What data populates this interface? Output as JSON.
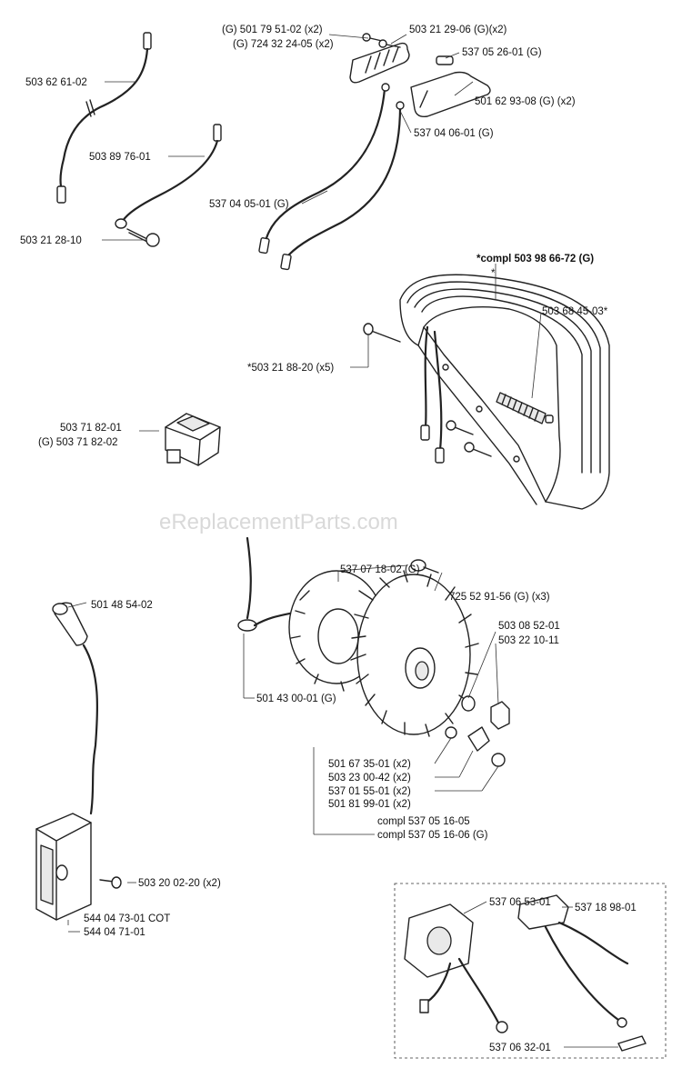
{
  "watermark": "eReplacementParts.com",
  "labels": [
    {
      "id": "l1",
      "text": "503 62 61-02"
    },
    {
      "id": "l2",
      "text": "503 89 76-01"
    },
    {
      "id": "l3",
      "text": "503 21 28-10"
    },
    {
      "id": "l4a",
      "text": "(G) 501 79 51-02 (x2)"
    },
    {
      "id": "l4b",
      "text": "(G) 724 32 24-05 (x2)"
    },
    {
      "id": "l5",
      "text": "503 21 29-06 (G)(x2)"
    },
    {
      "id": "l6",
      "text": "537 05 26-01 (G)"
    },
    {
      "id": "l7",
      "text": "501 62 93-08 (G) (x2)"
    },
    {
      "id": "l8",
      "text": "537 04 06-01 (G)"
    },
    {
      "id": "l9",
      "text": "537 04 05-01 (G)"
    },
    {
      "id": "l10",
      "text": "*compl 503 98 66-72 (G)"
    },
    {
      "id": "l10s",
      "text": "*"
    },
    {
      "id": "l11",
      "text": "503 68 45-03*"
    },
    {
      "id": "l12",
      "text": "*503 21 88-20 (x5)"
    },
    {
      "id": "l13a",
      "text": "503 71 82-01"
    },
    {
      "id": "l13b",
      "text": "(G) 503 71 82-02"
    },
    {
      "id": "l14",
      "text": "537 07 18-02 (G)"
    },
    {
      "id": "l15",
      "text": "725 52 91-56 (G) (x3)"
    },
    {
      "id": "l16",
      "text": "501 48 54-02"
    },
    {
      "id": "l17a",
      "text": "503 08 52-01"
    },
    {
      "id": "l17b",
      "text": "503 22 10-11"
    },
    {
      "id": "l18",
      "text": "501 43 00-01 (G)"
    },
    {
      "id": "l19a",
      "text": "501 67 35-01 (x2)"
    },
    {
      "id": "l19b",
      "text": "503 23 00-42 (x2)"
    },
    {
      "id": "l19c",
      "text": "537 01 55-01 (x2)"
    },
    {
      "id": "l19d",
      "text": "501 81 99-01 (x2)"
    },
    {
      "id": "l20a",
      "text": "compl 537 05 16-05"
    },
    {
      "id": "l20b",
      "text": "compl 537 05 16-06 (G)"
    },
    {
      "id": "l21",
      "text": "503 20 02-20 (x2)"
    },
    {
      "id": "l22a",
      "text": "544 04 73-01 COT"
    },
    {
      "id": "l22b",
      "text": "544 04 71-01"
    },
    {
      "id": "l23",
      "text": "537 06 53-01"
    },
    {
      "id": "l24",
      "text": "537 18 98-01"
    },
    {
      "id": "l25",
      "text": "537 06 32-01"
    }
  ]
}
